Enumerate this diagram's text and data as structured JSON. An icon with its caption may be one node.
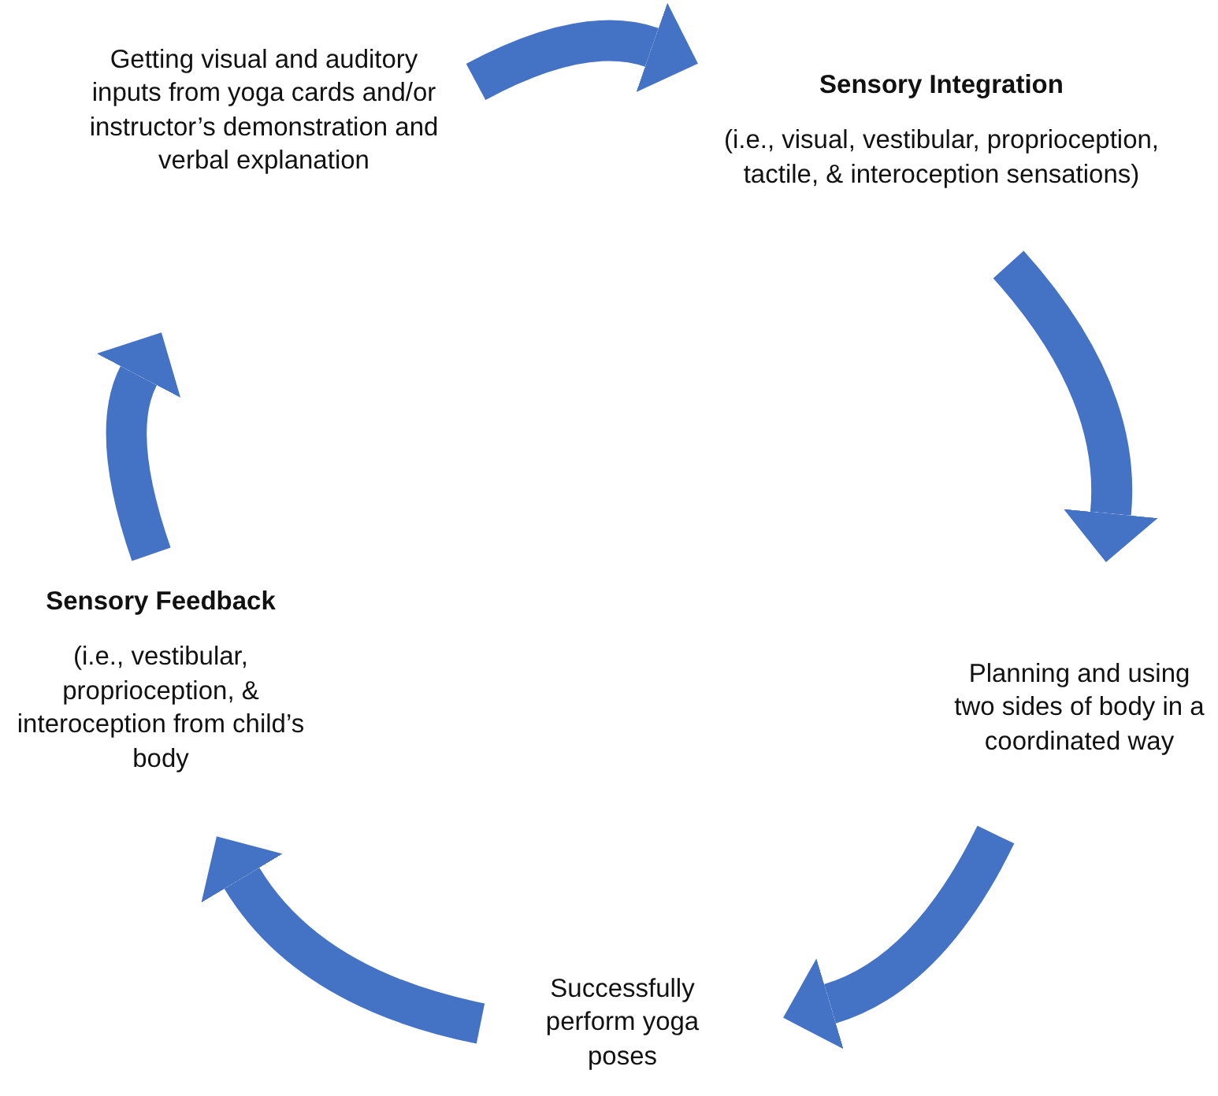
{
  "diagram": {
    "nodes": [
      {
        "text": [
          "Getting visual and auditory inputs from yoga cards and/or instructor’s demonstration and verbal explanation"
        ]
      },
      {
        "text": [
          "Sensory Integration",
          "(i.e., visual, vestibular, proprioception, tactile, & interoception sensations)"
        ]
      },
      {
        "text": [
          "Planning and using two sides of body in a coordinated way"
        ]
      },
      {
        "text": [
          "Successfully perform yoga poses"
        ]
      },
      {
        "text": [
          "Sensory Feedback",
          "(i.e., vestibular, proprioception, & interoception from child’s body"
        ]
      }
    ],
    "edges": [
      {
        "from": 0,
        "to": 1,
        "arrow": "to"
      },
      {
        "from": 1,
        "to": 2,
        "arrow": "to"
      },
      {
        "from": 2,
        "to": 3,
        "arrow": "to"
      },
      {
        "from": 3,
        "to": 4,
        "arrow": "to"
      },
      {
        "from": 4,
        "to": 0,
        "arrow": "to"
      }
    ]
  }
}
